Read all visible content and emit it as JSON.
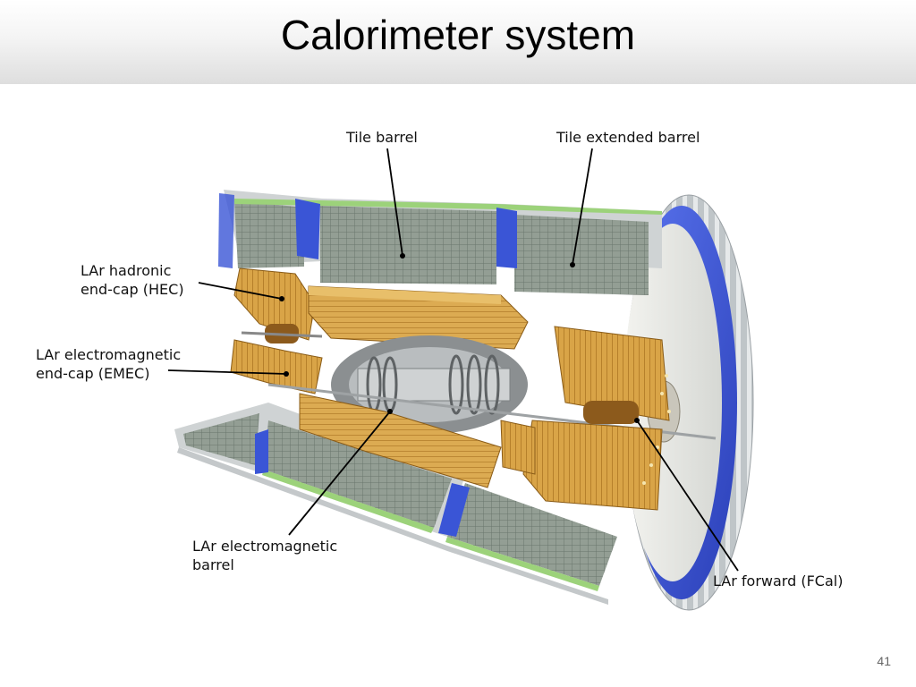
{
  "slide": {
    "title": "Calorimeter system",
    "page_number": "41"
  },
  "diagram": {
    "labels": {
      "tile_barrel": "Tile barrel",
      "tile_extended_barrel": "Tile extended barrel",
      "hec_line1": "LAr hadronic",
      "hec_line2": "end-cap (HEC)",
      "emec_line1": "LAr electromagnetic",
      "emec_line2": "end-cap (EMEC)",
      "emb_line1": "LAr electromagnetic",
      "emb_line2": "barrel",
      "fcal": "LAr forward (FCal)"
    },
    "colors": {
      "tile_gray": "#8f9a90",
      "tile_dark": "#6e7a72",
      "lar_gold": "#d4a040",
      "lar_dark": "#a6711f",
      "support_blue": "#3a55d6",
      "steel_light": "#d9dcdc",
      "fiber_green": "#9cd27a"
    }
  }
}
